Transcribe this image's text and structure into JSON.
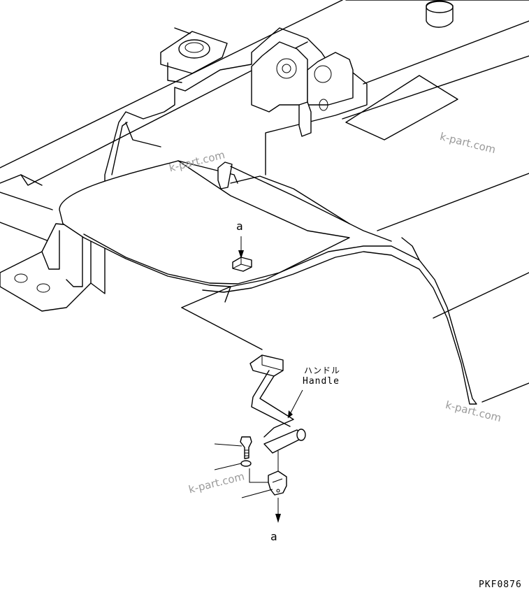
{
  "callouts": {
    "top": "a",
    "bottom": "a"
  },
  "handle": {
    "label_jp": "ハンドル",
    "label_en": "Handle"
  },
  "drawing_code": "PKF0876",
  "watermark": "k-part.com"
}
